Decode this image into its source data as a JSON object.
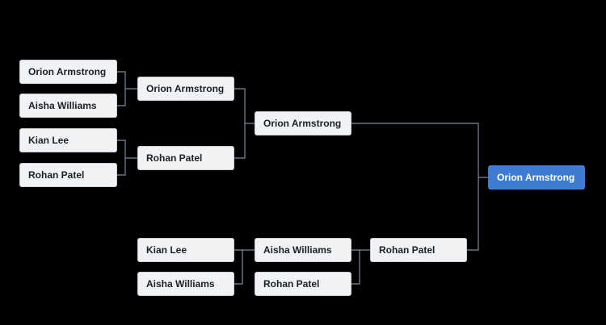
{
  "colors": {
    "background": "#000000",
    "box": "#f1f2f4",
    "box_border": "#c9ced6",
    "connector": "#7d8da3",
    "champion": "#3e7bd2"
  },
  "upper": {
    "round1": [
      "Orion Armstrong",
      "Aisha Williams",
      "Kian Lee",
      "Rohan Patel"
    ],
    "round2": [
      "Orion Armstrong",
      "Rohan Patel"
    ],
    "final": "Orion Armstrong"
  },
  "lower": {
    "round1": [
      "Kian Lee",
      "Aisha Williams"
    ],
    "round2": [
      "Aisha Williams",
      "Rohan Patel"
    ],
    "final": "Rohan Patel"
  },
  "champion": "Orion Armstrong"
}
